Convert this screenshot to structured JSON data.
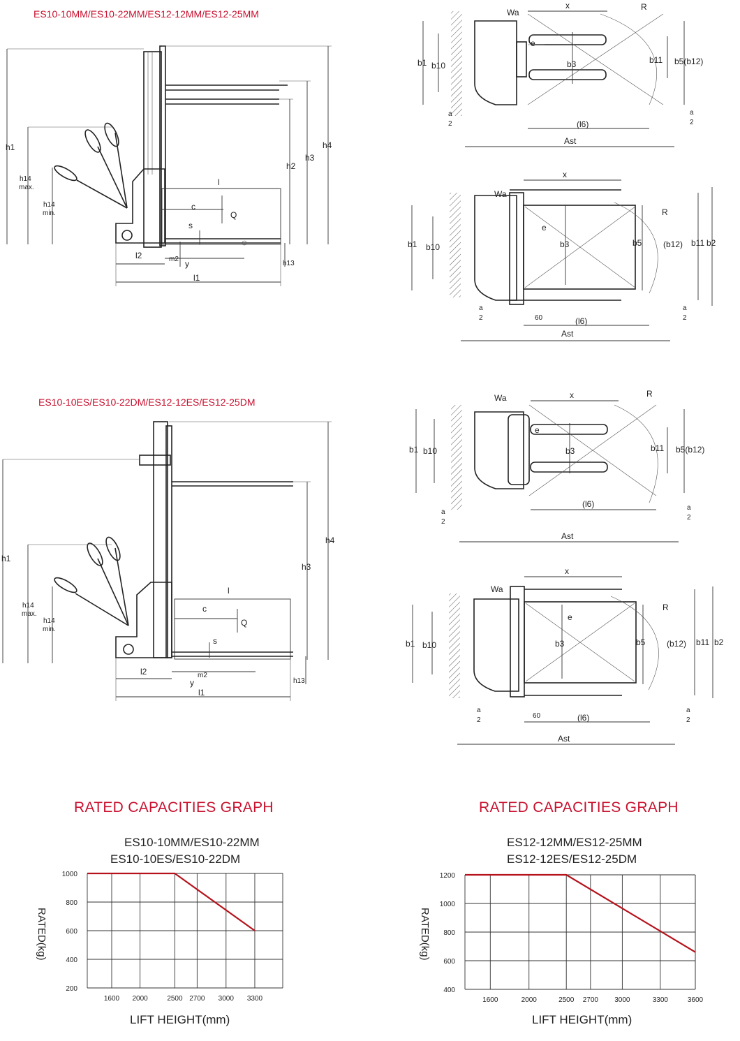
{
  "side_views": [
    {
      "header": "ES10-10MM/ES10-22MM/ES12-12MM/ES12-25MM",
      "dims": {
        "h1": "h1",
        "h2": "h2",
        "h3": "h3",
        "h4": "h4",
        "h13": "h13",
        "h14max_a": "h14",
        "h14max_b": "max.",
        "h14min_a": "h14",
        "h14min_b": "min.",
        "l": "l",
        "l1": "l1",
        "l2": "l2",
        "c": "c",
        "s": "s",
        "Q": "Q",
        "m2": "m2",
        "y": "y"
      }
    },
    {
      "header": "ES10-10ES/ES10-22DM/ES12-12ES/ES12-25DM",
      "dims": {
        "h1": "h1",
        "h3": "h3",
        "h4": "h4",
        "h13": "h13",
        "h14max_a": "h14",
        "h14max_b": "max.",
        "h14min_a": "h14",
        "h14min_b": "min.",
        "l": "l",
        "l1": "l1",
        "l2": "l2",
        "c": "c",
        "s": "s",
        "Q": "Q",
        "m2": "m2",
        "y": "y"
      }
    }
  ],
  "top_views": [
    {
      "x": "x",
      "Wa": "Wa",
      "R": "R",
      "e": "e",
      "b1": "b1",
      "b10": "b10",
      "b3": "b3",
      "b11": "b11",
      "b5": "b5(b12)",
      "l6": "(l6)",
      "Ast": "Ast",
      "a": "a",
      "two": "2"
    },
    {
      "x": "x",
      "Wa": "Wa",
      "R": "R",
      "e": "e",
      "b1": "b1",
      "b10": "b10",
      "b3": "b3",
      "b5": "b5",
      "b12": "(b12)",
      "b11": "b11",
      "b2": "b2",
      "l6": "(l6)",
      "Ast": "Ast",
      "a": "a",
      "two": "2",
      "sixty": "60"
    },
    {
      "x": "x",
      "Wa": "Wa",
      "R": "R",
      "e": "e",
      "b1": "b1",
      "b10": "b10",
      "b3": "b3",
      "b11": "b11",
      "b5": "b5(b12)",
      "l6": "(l6)",
      "Ast": "Ast",
      "a": "a",
      "two": "2"
    },
    {
      "x": "x",
      "Wa": "Wa",
      "R": "R",
      "e": "e",
      "b1": "b1",
      "b10": "b10",
      "b3": "b3",
      "b5": "b5",
      "b12": "(b12)",
      "b11": "b11",
      "b2": "b2",
      "l6": "(l6)",
      "Ast": "Ast",
      "a": "a",
      "two": "2",
      "sixty": "60"
    }
  ],
  "graphs": [
    {
      "title": "RATED CAPACITIES GRAPH",
      "model_line1": "ES10-10MM/ES10-22MM",
      "model_line2": "ES10-10ES/ES10-22DM",
      "ylabel": "RATED(kg)",
      "xlabel": "LIFT HEIGHT(mm)",
      "y_ticks": [
        "1000",
        "800",
        "600",
        "400",
        "200"
      ],
      "x_ticks": [
        "1600",
        "2000",
        "2500",
        "2700",
        "3000",
        "3300"
      ],
      "line_color": "#b5121b",
      "curve_points": [
        {
          "x": "start",
          "y": 1000
        },
        {
          "x": 2500,
          "y": 1000
        },
        {
          "x": 3300,
          "y": 600
        }
      ]
    },
    {
      "title": "RATED CAPACITIES GRAPH",
      "model_line1": "ES12-12MM/ES12-25MM",
      "model_line2": "ES12-12ES/ES12-25DM",
      "ylabel": "RATED(kg)",
      "xlabel": "LIFT HEIGHT(mm)",
      "y_ticks": [
        "1200",
        "1000",
        "800",
        "600",
        "400"
      ],
      "x_ticks": [
        "1600",
        "2000",
        "2500",
        "2700",
        "3000",
        "3300",
        "3600"
      ],
      "line_color": "#b5121b",
      "curve_points": [
        {
          "x": "start",
          "y": 1200
        },
        {
          "x": 2500,
          "y": 1200
        },
        {
          "x": 3600,
          "y": 660
        }
      ]
    }
  ]
}
